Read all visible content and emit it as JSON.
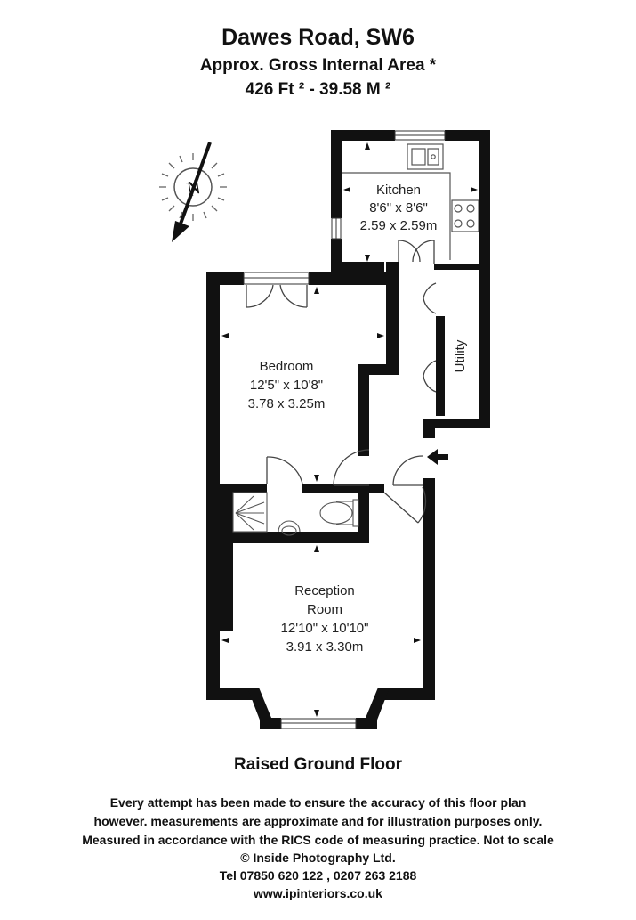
{
  "header": {
    "address": "Dawes Road, SW6",
    "area_label": "Approx. Gross Internal Area *",
    "area_value": "426 Ft ² - 39.58 M ²"
  },
  "compass": {
    "letter": "N"
  },
  "rooms": {
    "kitchen": {
      "name": "Kitchen",
      "imperial": "8'6\" x 8'6\"",
      "metric": "2.59 x 2.59m"
    },
    "bedroom": {
      "name": "Bedroom",
      "imperial": "12'5\" x 10'8\"",
      "metric": "3.78 x 3.25m"
    },
    "utility": {
      "name": "Utility"
    },
    "reception": {
      "name_line1": "Reception",
      "name_line2": "Room",
      "imperial": "12'10\" x 10'10\"",
      "metric": "3.91 x 3.30m"
    }
  },
  "floor_name": "Raised Ground Floor",
  "disclaimer": [
    "Every attempt has been made to ensure the accuracy of this floor plan",
    "however. measurements are approximate and for illustration purposes only.",
    "Measured in accordance with the RICS code of measuring practice. Not to scale",
    "© Inside Photography Ltd.",
    "Tel 07850 620 122 , 0207 263 2188",
    "www.ipinteriors.co.uk"
  ],
  "colors": {
    "wall": "#111111",
    "fixture": "#555555"
  }
}
